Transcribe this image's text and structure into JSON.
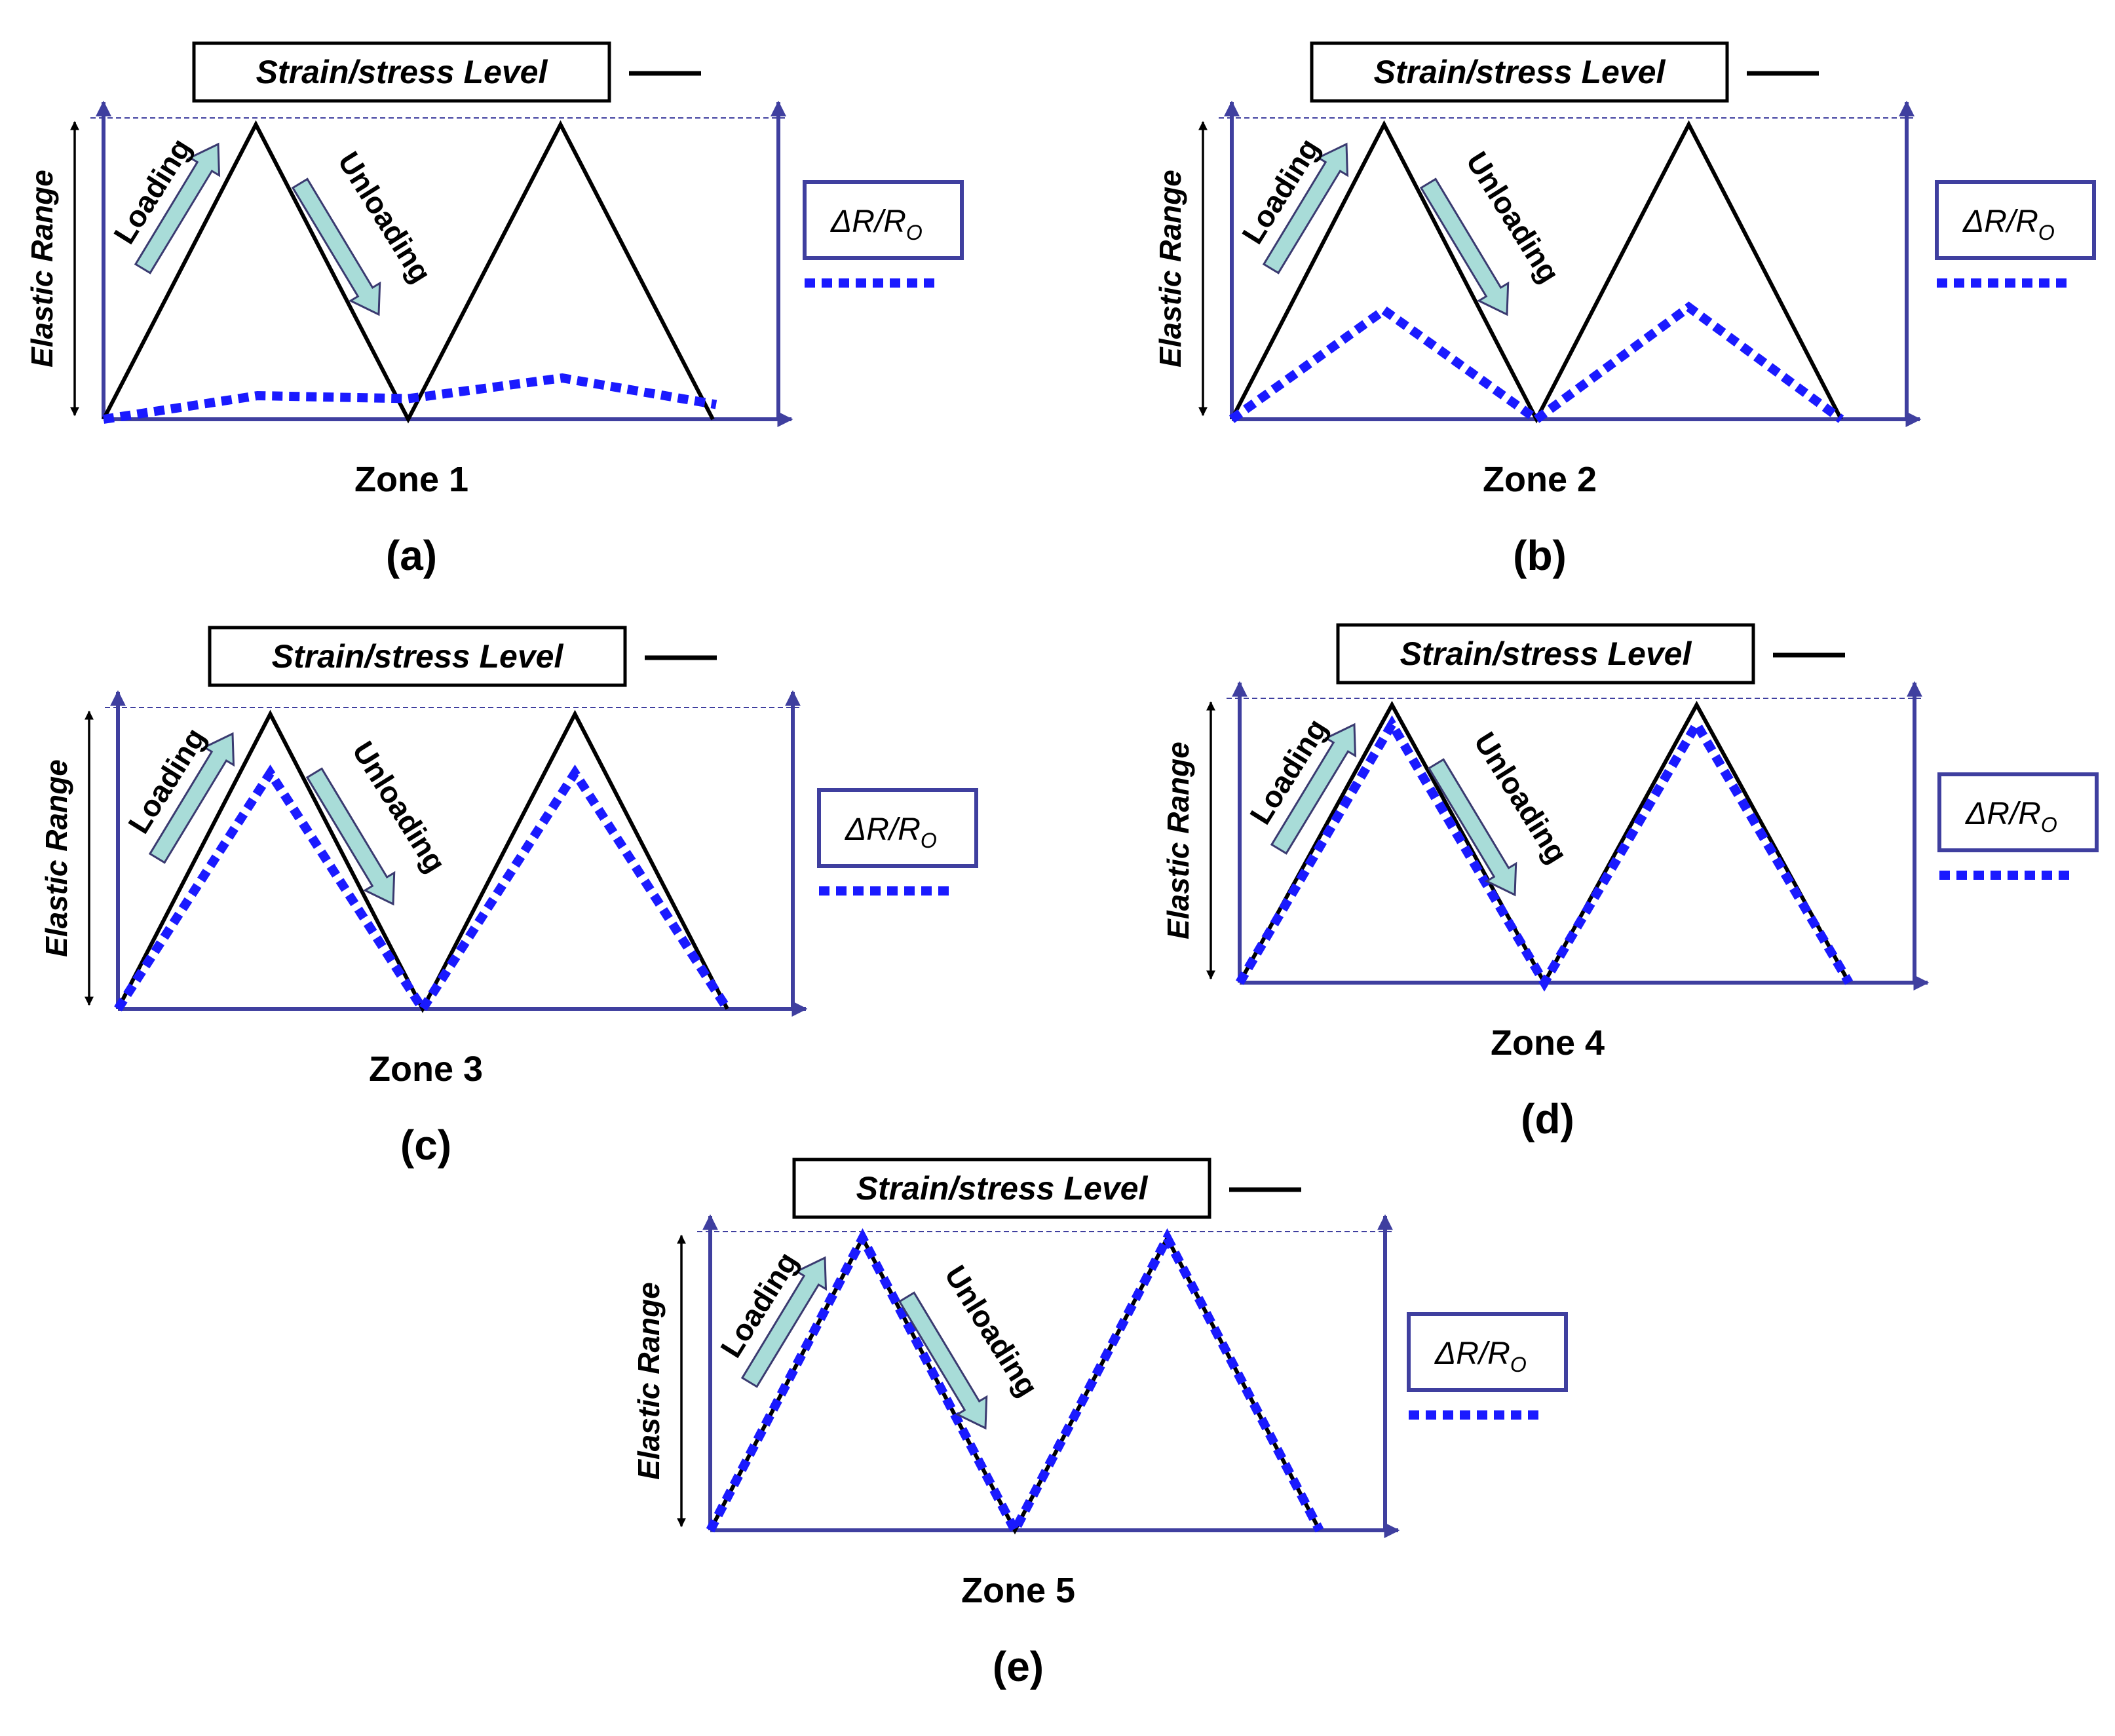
{
  "colors": {
    "axis": "#3f3f9f",
    "strain_line": "#000000",
    "resistance_line": "#1a1aff",
    "arrow_fill": "#a8dcd8",
    "arrow_stroke": "#3a3a70"
  },
  "panels": [
    {
      "label_box": "Strain/stress Level",
      "y_label": "Elastic Range",
      "loading_label": "Loading",
      "unloading_label": "Unloading",
      "legend_label": "ΔR/R",
      "legend_sub": "O",
      "zone_label": "Zone 1",
      "panel_letter": "(a)"
    },
    {
      "label_box": "Strain/stress Level",
      "y_label": "Elastic Range",
      "loading_label": "Loading",
      "unloading_label": "Unloading",
      "legend_label": "ΔR/R",
      "legend_sub": "O",
      "zone_label": "Zone 2",
      "panel_letter": "(b)"
    },
    {
      "label_box": "Strain/stress Level",
      "y_label": "Elastic Range",
      "loading_label": "Loading",
      "unloading_label": "Unloading",
      "legend_label": "ΔR/R",
      "legend_sub": "O",
      "zone_label": "Zone 3",
      "panel_letter": "(c)"
    },
    {
      "label_box": "Strain/stress Level",
      "y_label": "Elastic Range",
      "loading_label": "Loading",
      "unloading_label": "Unloading",
      "legend_label": "ΔR/R",
      "legend_sub": "O",
      "zone_label": "Zone 4",
      "panel_letter": "(d)"
    },
    {
      "label_box": "Strain/stress Level",
      "y_label": "Elastic Range",
      "loading_label": "Loading",
      "unloading_label": "Unloading",
      "legend_label": "ΔR/R",
      "legend_sub": "O",
      "zone_label": "Zone 5",
      "panel_letter": "(e)"
    }
  ]
}
